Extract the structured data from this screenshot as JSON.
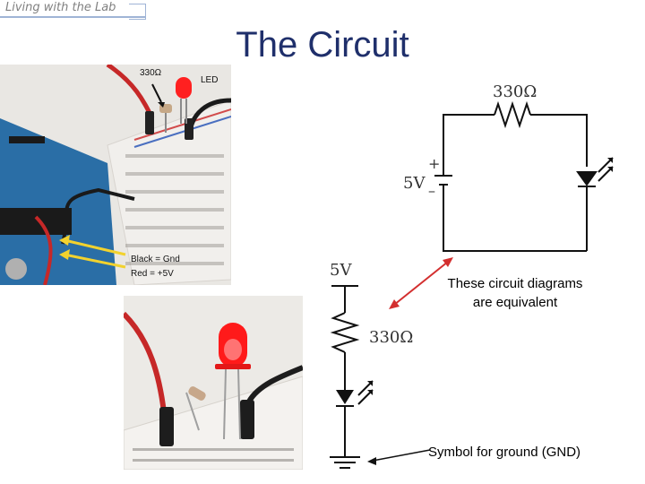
{
  "header": {
    "tag": "Living with the Lab",
    "title": "The Circuit"
  },
  "photo_arduino": {
    "labels": {
      "resistor": "330Ω",
      "led": "LED",
      "black_wire": "Black = Gnd",
      "red_wire": "Red = +5V"
    }
  },
  "schematic_top": {
    "resistor": "330Ω",
    "source": "5V",
    "plus": "+",
    "minus": "–"
  },
  "schematic_bottom": {
    "source": "5V",
    "resistor": "330Ω"
  },
  "annotations": {
    "equivalent_line1": "These circuit diagrams",
    "equivalent_line2": "are equivalent",
    "ground_symbol": "Symbol for ground (GND)"
  },
  "colors": {
    "title": "#1f2f6b",
    "arrow_red": "#d32f2f",
    "tag_text": "#808080"
  }
}
